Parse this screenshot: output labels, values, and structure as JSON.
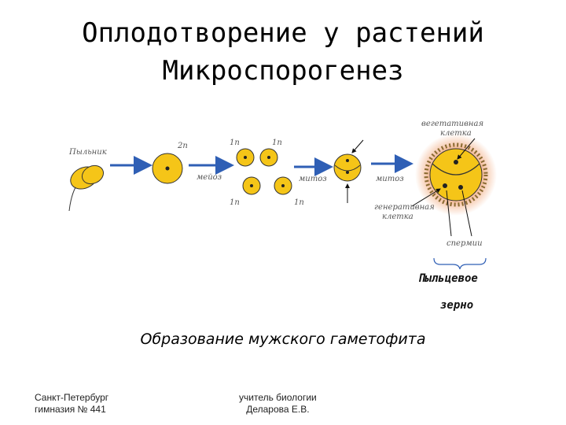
{
  "title": {
    "line1": "Оплодотворение у растений",
    "line2": "Микроспорогенез"
  },
  "diagram": {
    "anther_label": "Пыльник",
    "ploidy_2n": "2n",
    "ploidy_1n": "1n",
    "meiosis_label": "мейоз",
    "mitosis_label_1": "митоз",
    "mitosis_label_2": "митоз",
    "vegetative_cell_line1": "вегетативная",
    "vegetative_cell_line2": "клетка",
    "generative_cell_line1": "генеративная",
    "generative_cell_line2": "клетка",
    "sperm_label": "спермии",
    "pollen_grain_line1": "Пыльцевое",
    "pollen_grain_line2": "зерно",
    "colors": {
      "cell_fill": "#f5c518",
      "arrow": "#2f5fb5",
      "halo": "#f0a070"
    }
  },
  "caption": "Образование мужского гаметофита",
  "footer": {
    "left_line1": "Санкт-Петербург",
    "left_line2": "гимназия № 441",
    "right_line1": "учитель биологии",
    "right_line2": "Деларова Е.В."
  }
}
